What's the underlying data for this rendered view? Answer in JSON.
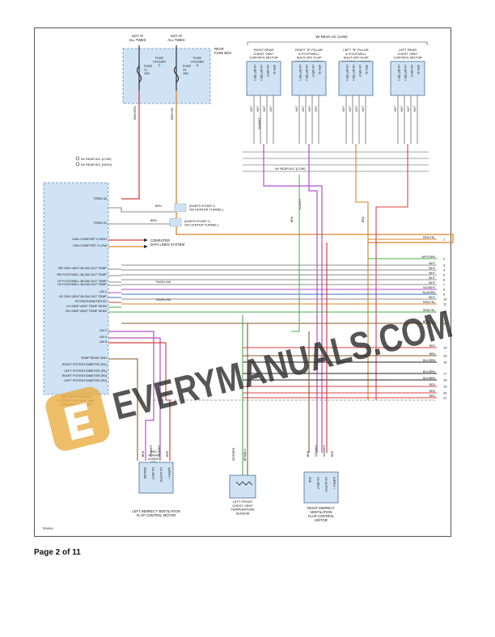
{
  "header": {
    "hot_at_all_times_1": [
      "HOT AT",
      "ALL TIMES"
    ],
    "hot_at_all_times_2": [
      "HOT AT",
      "ALL TIMES"
    ],
    "rear_fuse_box": [
      "REAR",
      "FUSE BOX"
    ],
    "fuse_holder_c": [
      "FUSE",
      "HOLDER",
      "C"
    ],
    "fuse_holder_h": [
      "FUSE",
      "HOLDER",
      "H"
    ],
    "fuse_1": [
      "FUSE",
      "11",
      "10A"
    ],
    "fuse_2": [
      "FUSE",
      "14",
      "10A"
    ],
    "w_rear_ac_low": "W/ REAR A/C (LOW)",
    "motors": [
      {
        "title": [
          "RIGHT REAR",
          "CHEST VENT",
          "CONTROL MOTOR"
        ]
      },
      {
        "title": [
          "RIGHT \"B\" PILLAR",
          "& FOOTWELL",
          "SHUT-OFF FLAP",
          "CONTROL MOTOR"
        ]
      },
      {
        "title": [
          "LEFT \"B\" PILLAR",
          "& FOOTWELL",
          "SHUT-OFF FLAP",
          "CONTROL MOTOR"
        ]
      },
      {
        "title": [
          "LEFT REAR",
          "CHEST VENT",
          "CONTROL MOTOR"
        ]
      }
    ],
    "motor_pins": [
      "LIN BITTER 1",
      "LIN BITTER 2",
      "LIN INPUT",
      "SPIN 31"
    ]
  },
  "harness_notes": {
    "w_rear_ac_low": "W/ REAR A/C (LOW)",
    "w_rear_ac_high": "W/ REAR A/C (HIGH)",
    "w_rear_ac_mid": "W/ REAR A/C (LOW)"
  },
  "control_unit": {
    "title": [
      "AIR CONDITIONING",
      "SYSTEM CONTROL UNIT",
      "(CENTER OF DASH)"
    ],
    "pins": [
      {
        "label": "TERM 30",
        "wire": "RED/GRN"
      },
      {
        "label": "TERM 31",
        "wire": "BRN"
      },
      {
        "label": "CAN COMFORT 2 HIGH",
        "wire": "RED"
      },
      {
        "label": "CAN COMFORT 2 LOW",
        "wire": "ORG/BRN"
      },
      {
        "label": "RR CEN VENT BLOW OUT TEMP",
        "wire": "WHT/GRN"
      },
      {
        "label": "RR FOOTWELL BLOW OUT TEMP",
        "wire": "WHT/GRN"
      },
      {
        "label": "LR FOOTWELL BLOW OUT TEMP",
        "wire": "BLK/BRN"
      },
      {
        "label": "LR FOOTWELL BLOW OUT TEMP",
        "wire": "BLK/YEL"
      },
      {
        "label": "LIN 1",
        "wire": "VIO/WHT"
      },
      {
        "label": "LR CEN VENT BLOW OUT TEMP",
        "wire": "BLU/GRN"
      },
      {
        "label": "POTENTIOMETER 5V",
        "wire": "RED/YEL"
      },
      {
        "label": "LH SIDE VENT TEMP SENS",
        "wire": "WHT/GRN"
      },
      {
        "label": "RH SIDE VENT TEMP SENS",
        "wire": "GRN/YEL"
      },
      {
        "label": "LIN 2",
        "wire": "VIO/WHT"
      },
      {
        "label": "LIN 4",
        "wire": "VIO/WHT"
      },
      {
        "label": "LIN 5",
        "wire": "VIO/WHT"
      },
      {
        "label": "TEMP SENS GND",
        "wire": "BLK/BRN"
      },
      {
        "label": "RIGHT POTENTIOMETER (R1)",
        "wire": "BLK/BRN"
      },
      {
        "label": "LEFT POTENTIOMETER (R1)",
        "wire": "BLK/BRN"
      },
      {
        "label": "RIGHT POTENTIOMETER (R2)",
        "wire": "BLK/BRN"
      },
      {
        "label": "LEFT POTENTIOMETER (R2)",
        "wire": "BLK/BRN"
      }
    ]
  },
  "earth_points": [
    {
      "label": [
        "(EARTH POINT 3,",
        "ON CENTER TUNNEL)"
      ],
      "wire": "BRN"
    },
    {
      "label": [
        "(EARTH POINT 3,",
        "ON CENTER TUNNEL)"
      ],
      "wire": "BRN"
    }
  ],
  "computer_data_lines": [
    "COMPUTER",
    "DATA LINES SYSTEM"
  ],
  "right_terminals": [
    {
      "num": "1",
      "wire": "RED/YEL"
    },
    {
      "num": "2",
      "wire": "WHT/GRN"
    },
    {
      "num": "3",
      "wire": "WHT"
    },
    {
      "num": "4",
      "wire": "WHT"
    },
    {
      "num": "5",
      "wire": "WHT"
    },
    {
      "num": "6",
      "wire": "WHT"
    },
    {
      "num": "7",
      "wire": "WHT"
    },
    {
      "num": "8",
      "wire": "VIO/WHT"
    },
    {
      "num": "9",
      "wire": "BLU/GRN"
    },
    {
      "num": "10",
      "wire": "WHT"
    },
    {
      "num": "11",
      "wire": "RED/YEL"
    },
    {
      "num": "12",
      "wire": "GRN/YEL"
    },
    {
      "num": "13",
      "wire": "BRN/BLU"
    },
    {
      "num": "14",
      "wire": "RED"
    },
    {
      "num": "15",
      "wire": "BRN"
    },
    {
      "num": "16",
      "wire": "BLK/BRN"
    },
    {
      "num": "17",
      "wire": "BLK/BRN"
    },
    {
      "num": "18",
      "wire": "BLK/BRN"
    },
    {
      "num": "19",
      "wire": "RED"
    },
    {
      "num": "20",
      "wire": "RED"
    },
    {
      "num": "21",
      "wire": "RED"
    }
  ],
  "bottom_components": [
    {
      "title": [
        "LEFT INDIRECT VENTILATION",
        "FLAP CONTROL MOTOR"
      ],
      "pins": [
        "GROUND",
        "LIN INPUT",
        "LIN OUTPUT",
        "SUPPLY +"
      ],
      "wires": [
        "BRN",
        "VIO/WHT",
        "VIO/WHT",
        "RED"
      ]
    },
    {
      "title": [
        "LEFT FRONT",
        "CHEST VENT",
        "TEMPERATURE",
        "SENSOR"
      ],
      "pins": [],
      "wires": [
        "WHT/GRN",
        "BRN/BLU"
      ]
    },
    {
      "title": [
        "RIGHT INDIRECT",
        "VENTILATION",
        "FLAP CONTROL",
        "MOTOR"
      ],
      "pins": [
        "GND",
        "LIN INPUT",
        "LIN OUTPUT",
        "SUPPLY +"
      ],
      "wires": [
        "BRN",
        "VIO/WHT",
        "VIO/WHT",
        "RED"
      ]
    }
  ],
  "drawing_number": "7B0884",
  "watermark": "EVERYMANUALS.COM",
  "footer": {
    "page_label": "Page 2 of 11"
  },
  "colors": {
    "red": "#d84040",
    "orange": "#d9822b",
    "brown": "#8a5a2b",
    "violet": "#b04fc7",
    "blue": "#3a6cc8",
    "green": "#4aa84a",
    "gray": "#8c8c8c",
    "black": "#222222",
    "watermark": "#2a2a2a",
    "logo_orange": "#e8a93a",
    "highlight_blue": "#cfe3f5"
  }
}
